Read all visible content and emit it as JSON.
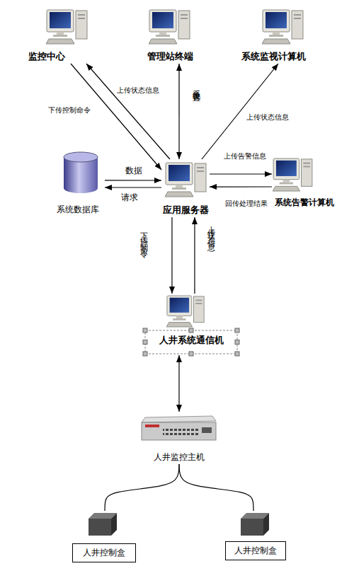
{
  "diagram": {
    "nodes": [
      {
        "text": [
          "监控中心"
        ]
      },
      {
        "text": [
          "管理站终端"
        ]
      },
      {
        "text": [
          "系统监视计算机"
        ]
      },
      {
        "text": [
          "系统数据库"
        ]
      },
      {
        "text": [
          "应用服务器"
        ]
      },
      {
        "text": [
          "系统告警计算机"
        ]
      },
      {
        "text": [
          "人井系统通信机"
        ]
      },
      {
        "text": [
          "人井监控主机"
        ]
      },
      {
        "text": [
          "人井控制盒"
        ]
      },
      {
        "text": [
          "人井控制盒"
        ]
      }
    ],
    "edges": [
      {
        "from": 4,
        "to": 0,
        "arrow": "to",
        "label": "上传状态信息"
      },
      {
        "from": 0,
        "to": 4,
        "arrow": "to",
        "label": "下传控制命令"
      },
      {
        "from": 1,
        "to": 4,
        "arrow": "both",
        "label": "系统设置"
      },
      {
        "from": 4,
        "to": 2,
        "arrow": "to",
        "label": "上传状态信息"
      },
      {
        "from": 4,
        "to": 5,
        "arrow": "to",
        "label": "上传告警信息"
      },
      {
        "from": 5,
        "to": 4,
        "arrow": "to",
        "label": "回传处理结果"
      },
      {
        "from": 3,
        "to": 4,
        "arrow": "to",
        "label": "数据"
      },
      {
        "from": 4,
        "to": 3,
        "arrow": "to",
        "label": "请求"
      },
      {
        "from": 4,
        "to": 6,
        "arrow": "to",
        "label": "下传控制命令"
      },
      {
        "from": 6,
        "to": 4,
        "arrow": "to",
        "label": "上传状态信息"
      },
      {
        "from": 6,
        "to": 7,
        "arrow": "both"
      },
      {
        "from": 7,
        "to": 8,
        "arrow": "none"
      },
      {
        "from": 7,
        "to": 9,
        "arrow": "none"
      }
    ]
  }
}
